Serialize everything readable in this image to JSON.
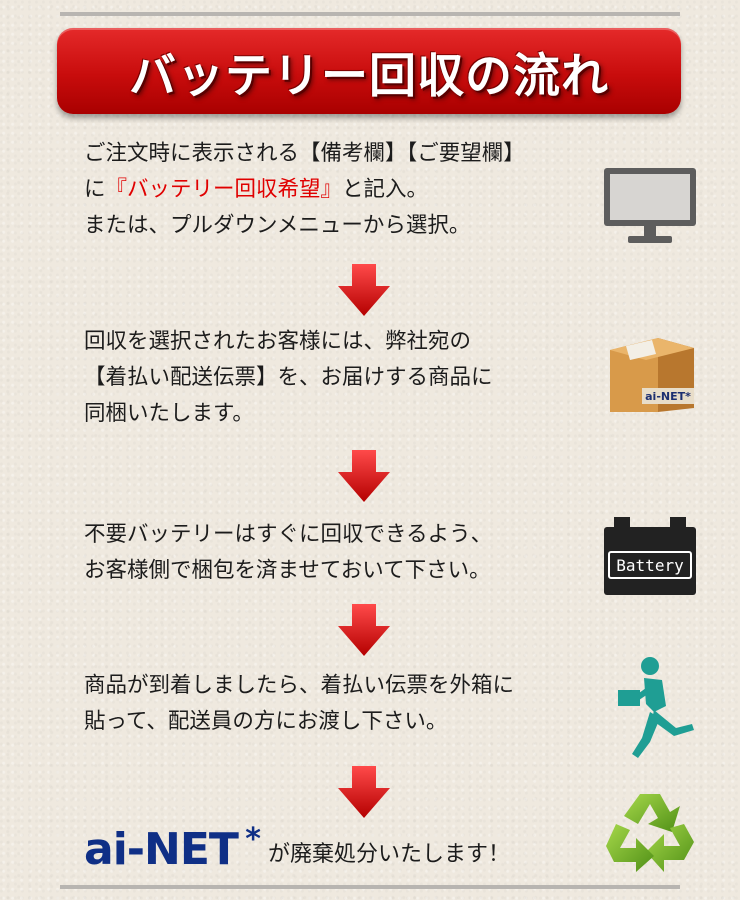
{
  "banner": {
    "title": "バッテリー回収の流れ"
  },
  "step1": {
    "line1": "ご注文時に表示される【備考欄】【ご要望欄】",
    "line2_prefix": "に",
    "line2_highlight": "『バッテリー回収希望』",
    "line2_suffix": "と記入。",
    "line3": "または、プルダウンメニューから選択。"
  },
  "step2": {
    "line1": "回収を選択されたお客様には、弊社宛の",
    "line2": "【着払い配送伝票】を、お届けする商品に",
    "line3": "同梱いたします。"
  },
  "step3": {
    "line1": "不要バッテリーはすぐに回収できるよう、",
    "line2": "お客様側で梱包を済ませておいて下さい。"
  },
  "step4": {
    "line1": "商品が到着しましたら、着払い伝票を外箱に",
    "line2": "貼って、配送員の方にお渡し下さい。"
  },
  "final": {
    "logo_text": "ai-NET",
    "logo_star": "*",
    "text": "が廃棄処分いたします！"
  },
  "icons": {
    "monitor": "monitor-icon",
    "box": "cardboard-box-icon",
    "box_label": "ai-NET*",
    "battery": "battery-icon",
    "battery_label": "Battery",
    "runner": "delivery-runner-icon",
    "recycle": "recycle-icon"
  },
  "colors": {
    "banner_red": "#c80c0c",
    "highlight_red": "#e00000",
    "logo_blue": "#0f2f86",
    "icon_gray": "#5d5d5d",
    "runner_teal": "#1f9e94",
    "recycle_green": "#78b22b"
  }
}
